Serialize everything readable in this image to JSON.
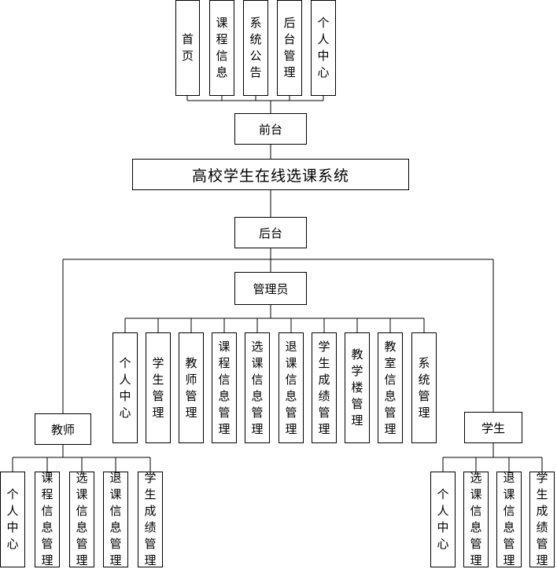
{
  "title": "高校学生在线选课系统",
  "front": {
    "label": "前台",
    "items": [
      "首页",
      "课程信息",
      "系统公告",
      "后台管理",
      "个人中心"
    ]
  },
  "back": {
    "label": "后台"
  },
  "admin": {
    "label": "管理员",
    "items": [
      "个人中心",
      "学生管理",
      "教师管理",
      "课程信息管理",
      "选课信息管理",
      "退课信息管理",
      "学生成绩管理",
      "教学楼管理",
      "教室信息管理",
      "系统管理"
    ]
  },
  "teacher": {
    "label": "教师",
    "items": [
      "个人中心",
      "课程信息管理",
      "选课信息管理",
      "退课信息管理",
      "学生成绩管理"
    ]
  },
  "student": {
    "label": "学生",
    "items": [
      "个人中心",
      "选课信息管理",
      "退课信息管理",
      "学生成绩管理"
    ]
  }
}
